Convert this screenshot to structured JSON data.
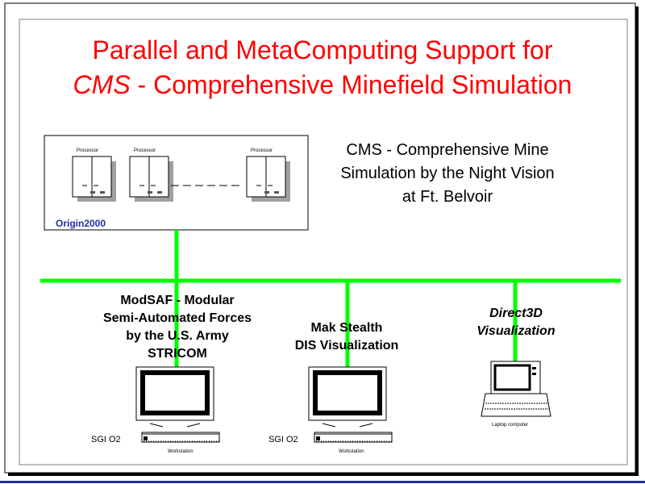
{
  "title": {
    "line1": "Parallel and MetaComputing Support for",
    "line2_italic": "CMS",
    "line2_rest": " - Comprehensive Minefield Simulation"
  },
  "cms": {
    "line1": "CMS - Comprehensive Mine",
    "line2": "Simulation by the Night Vision",
    "line3": "at Ft. Belvoir"
  },
  "origin": {
    "name": "Origin2000",
    "processor_label": "Processor"
  },
  "modsaf": {
    "line1": "ModSAF - Modular",
    "line2": "Semi-Automated Forces",
    "line3": "by the  U.S. Army",
    "line4": "STRICOM"
  },
  "stealth": {
    "line1": "Mak Stealth",
    "line2": "DIS Visualization"
  },
  "direct3d": {
    "line1": "Direct3D",
    "line2": "Visualization"
  },
  "workstation": {
    "sgi_label": "SGI O2",
    "caption": "Workstation"
  },
  "laptop": {
    "caption": "Laptop computer"
  },
  "colors": {
    "title": "#ff0000",
    "network": "#00ff00",
    "origin_label": "#1f2f9f",
    "frame_shadow": "#000000"
  }
}
